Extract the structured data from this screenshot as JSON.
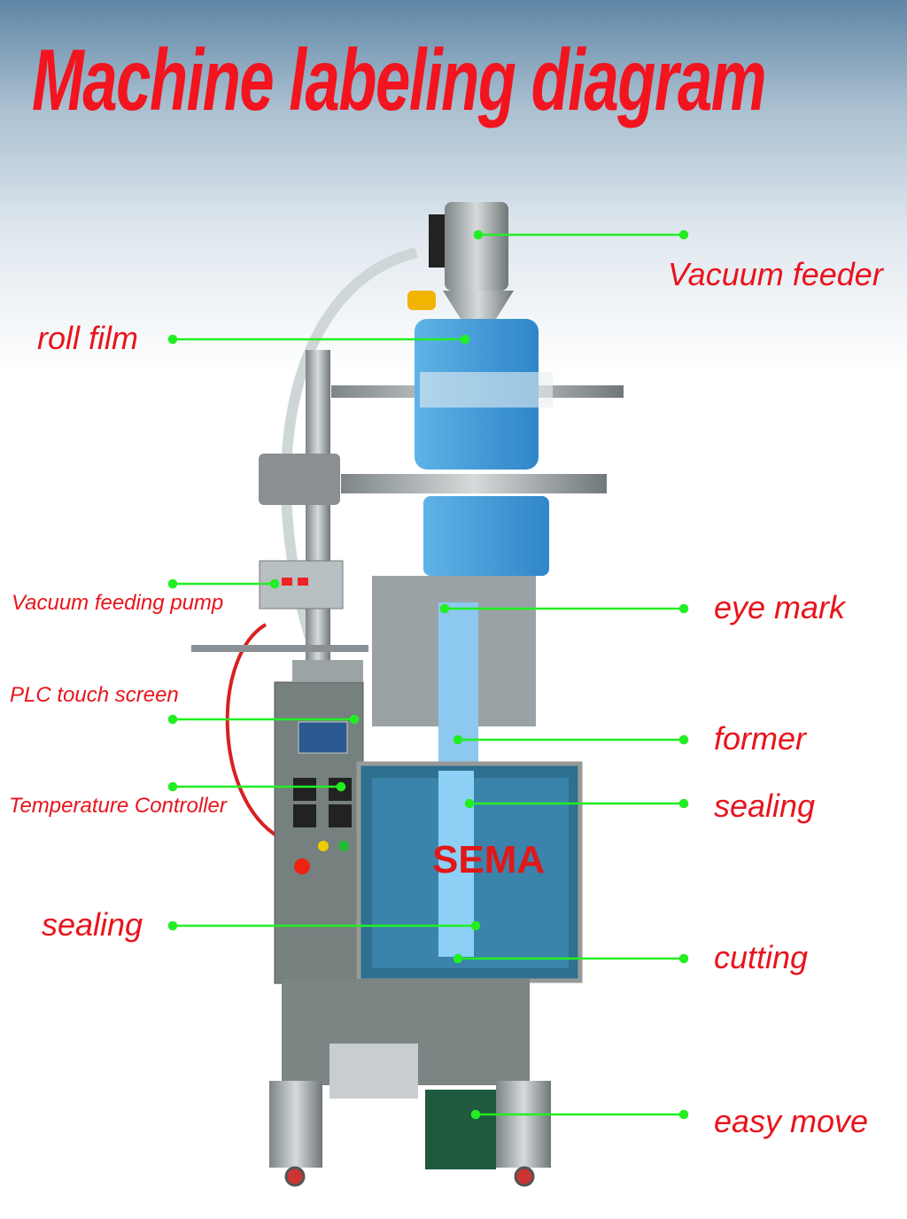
{
  "title": "Machine labeling diagram",
  "colors": {
    "title": "#f2141e",
    "label": "#e8141c",
    "leader_line": "#22ee22"
  },
  "labels": {
    "vacuum_feeder": "Vacuum feeder",
    "roll_film": "roll film",
    "vacuum_feeding_pump": "Vacuum feeding pump",
    "eye_mark": "eye mark",
    "plc_touch_screen": "PLC touch screen",
    "former": "former",
    "temperature_controller": "Temperature Controller",
    "sealing_right": "sealing",
    "sealing_left": "sealing",
    "cutting": "cutting",
    "easy_move": "easy move"
  },
  "machine_brand": "SEMA"
}
